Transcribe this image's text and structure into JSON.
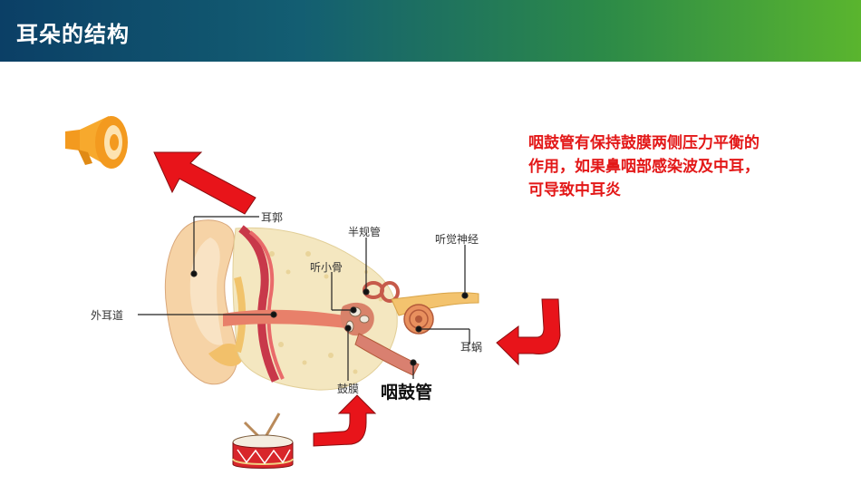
{
  "header": {
    "title": "耳朵的结构"
  },
  "note": {
    "line1": "咽鼓管有保持鼓膜两侧压力平衡的",
    "line2": "作用，如果鼻咽部感染波及中耳，",
    "line3": "可导致中耳炎"
  },
  "labels": {
    "auricle": "耳郭",
    "semicircular_canals": "半规管",
    "auditory_nerve": "听觉神经",
    "ossicles": "听小骨",
    "ear_canal": "外耳道",
    "cochlea": "耳蜗",
    "eardrum": "鼓膜",
    "eustachian_tube": "咽鼓管"
  },
  "colors": {
    "arrow": "#e8141a",
    "note_text": "#e31818",
    "speaker": "#f39a1f"
  },
  "icons": [
    "megaphone-icon",
    "drum-icon"
  ]
}
